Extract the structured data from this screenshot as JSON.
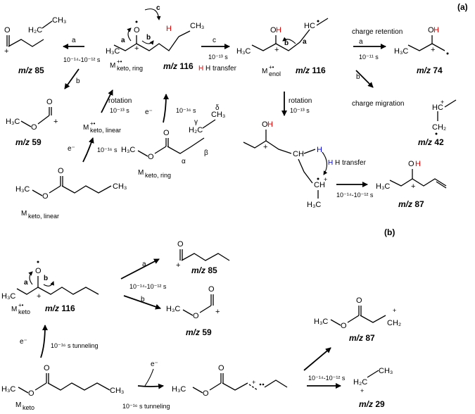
{
  "panels": {
    "a": "(a)",
    "b": "(b)"
  },
  "mz_prefix": "m/z",
  "labels": {
    "M_keto_linear": "M",
    "M_keto_linear_sub": "keto, linear",
    "M_keto_ring": "M",
    "M_keto_ring_sub": "keto, ring",
    "M_enol": "M",
    "M_enol_sub": "enol",
    "M_keto": "M",
    "M_keto_sub": "keto",
    "radical_cation": "+•"
  },
  "masses": {
    "a85": "85",
    "a116_ring": "116",
    "a116_enol": "116",
    "a74": "74",
    "a59": "59",
    "a42": "42",
    "a87": "87",
    "b116": "116",
    "b85": "85",
    "b59": "59",
    "b87": "87",
    "b29": "29"
  },
  "text": {
    "a_left": "a",
    "a_left_time": "10⁻¹⁴-10⁻¹² s",
    "c_right": "c",
    "c_time": "10⁻¹³ s",
    "h_transfer_1": "H transfer",
    "charge_retention": "charge retention",
    "charge_migration": "charge migration",
    "a_cr": "a",
    "b_cm": "b",
    "t_11": "10⁻¹¹ s",
    "rotation_left": "rotation",
    "rotation_left_time": "10⁻¹³ s",
    "rotation_right": "rotation",
    "rotation_right_time": "10⁻¹³ s",
    "e_ion_1": "e⁻",
    "e_ion_1_time": "10⁻¹⁶ s",
    "e_ion_2": "e⁻",
    "e_ion_2_time": "10⁻¹⁶ s",
    "h_transfer_2": "H transfer",
    "t_87": "10⁻¹⁴-10⁻¹² s",
    "alpha": "α",
    "beta": "β",
    "gamma": "γ",
    "delta": "δ",
    "bp_a": "a",
    "bp_b": "b",
    "bp_time": "10⁻¹⁴-10⁻¹² s",
    "bp_e1": "e⁻",
    "bp_tunnel1": "10⁻¹⁶ s tunneling",
    "bp_e2": "e⁻",
    "bp_tunnel2": "10⁻¹⁶ s tunneling",
    "bp_time2": "10⁻¹⁴-10⁻¹² s"
  },
  "atoms": {
    "O": "O",
    "OH": "OH",
    "H": "H",
    "H3C": "H₃C",
    "CH3": "CH₃",
    "CH": "CH",
    "H2C": "H₂C",
    "HC": "HC",
    "CH2": "CH₂",
    "plus": "+"
  }
}
